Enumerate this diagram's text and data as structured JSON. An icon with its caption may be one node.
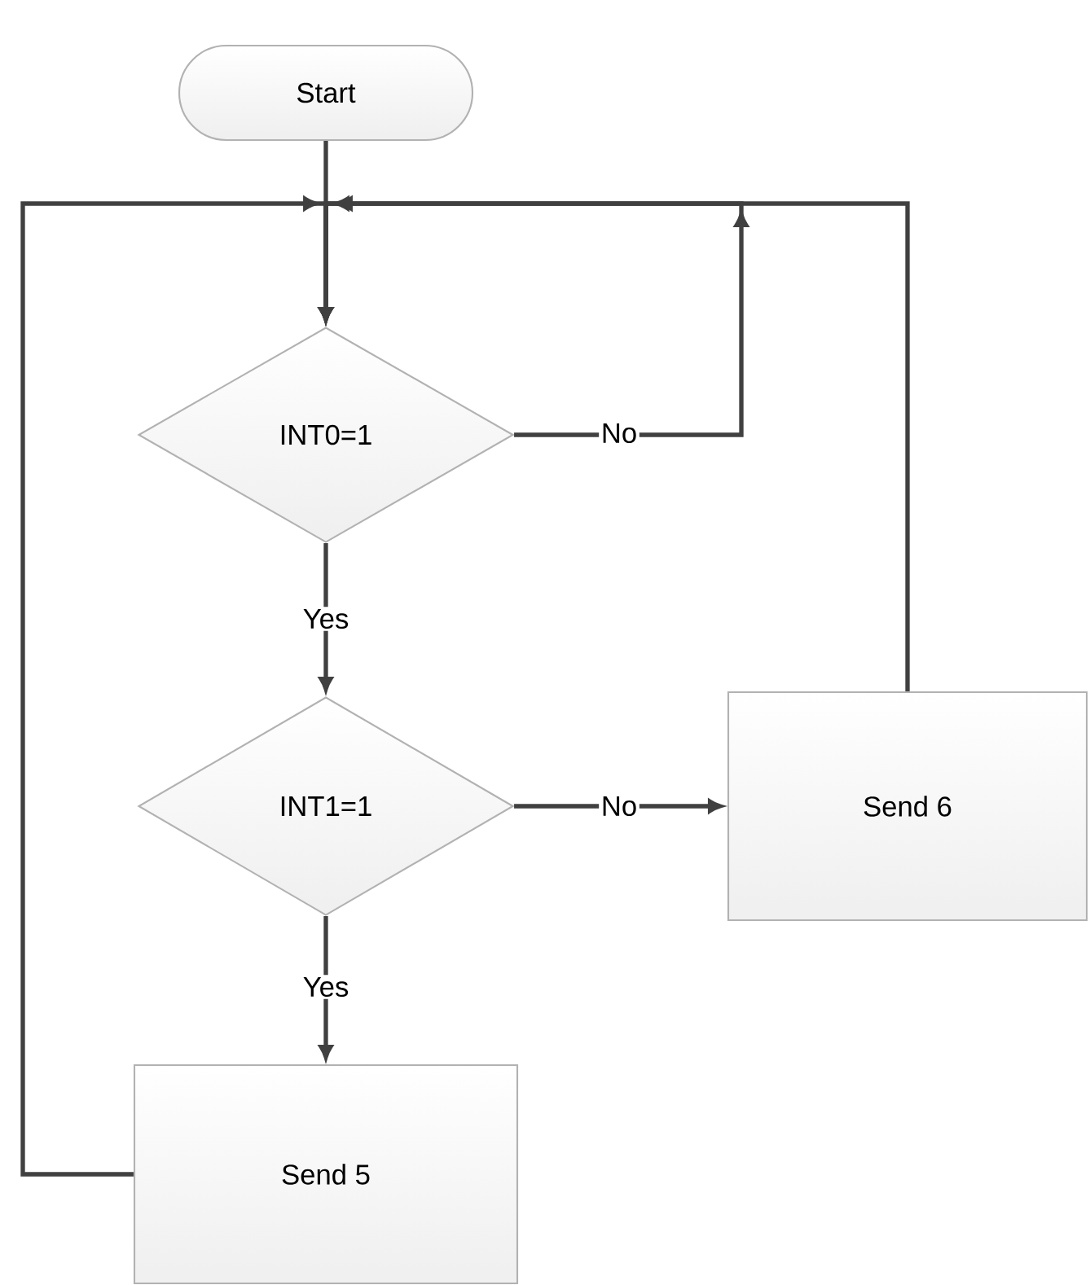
{
  "diagram": {
    "nodes": [
      {
        "text": [
          "Start"
        ]
      },
      {
        "text": [
          "INT0=1"
        ]
      },
      {
        "text": [
          "INT1=1"
        ]
      },
      {
        "text": [
          "Send 6"
        ]
      },
      {
        "text": [
          "Send 5"
        ]
      }
    ],
    "edges": [
      {
        "from": 0,
        "to": 1,
        "arrow": "to"
      },
      {
        "from": 1,
        "to": 1,
        "arrow": "to",
        "label": "No"
      },
      {
        "from": 1,
        "to": 2,
        "arrow": "to",
        "label": "Yes"
      },
      {
        "from": 2,
        "to": 3,
        "arrow": "to",
        "label": "No"
      },
      {
        "from": 2,
        "to": 4,
        "arrow": "to",
        "label": "Yes"
      },
      {
        "from": 3,
        "to": 1,
        "arrow": "to"
      },
      {
        "from": 4,
        "to": 1,
        "arrow": "to"
      }
    ]
  }
}
